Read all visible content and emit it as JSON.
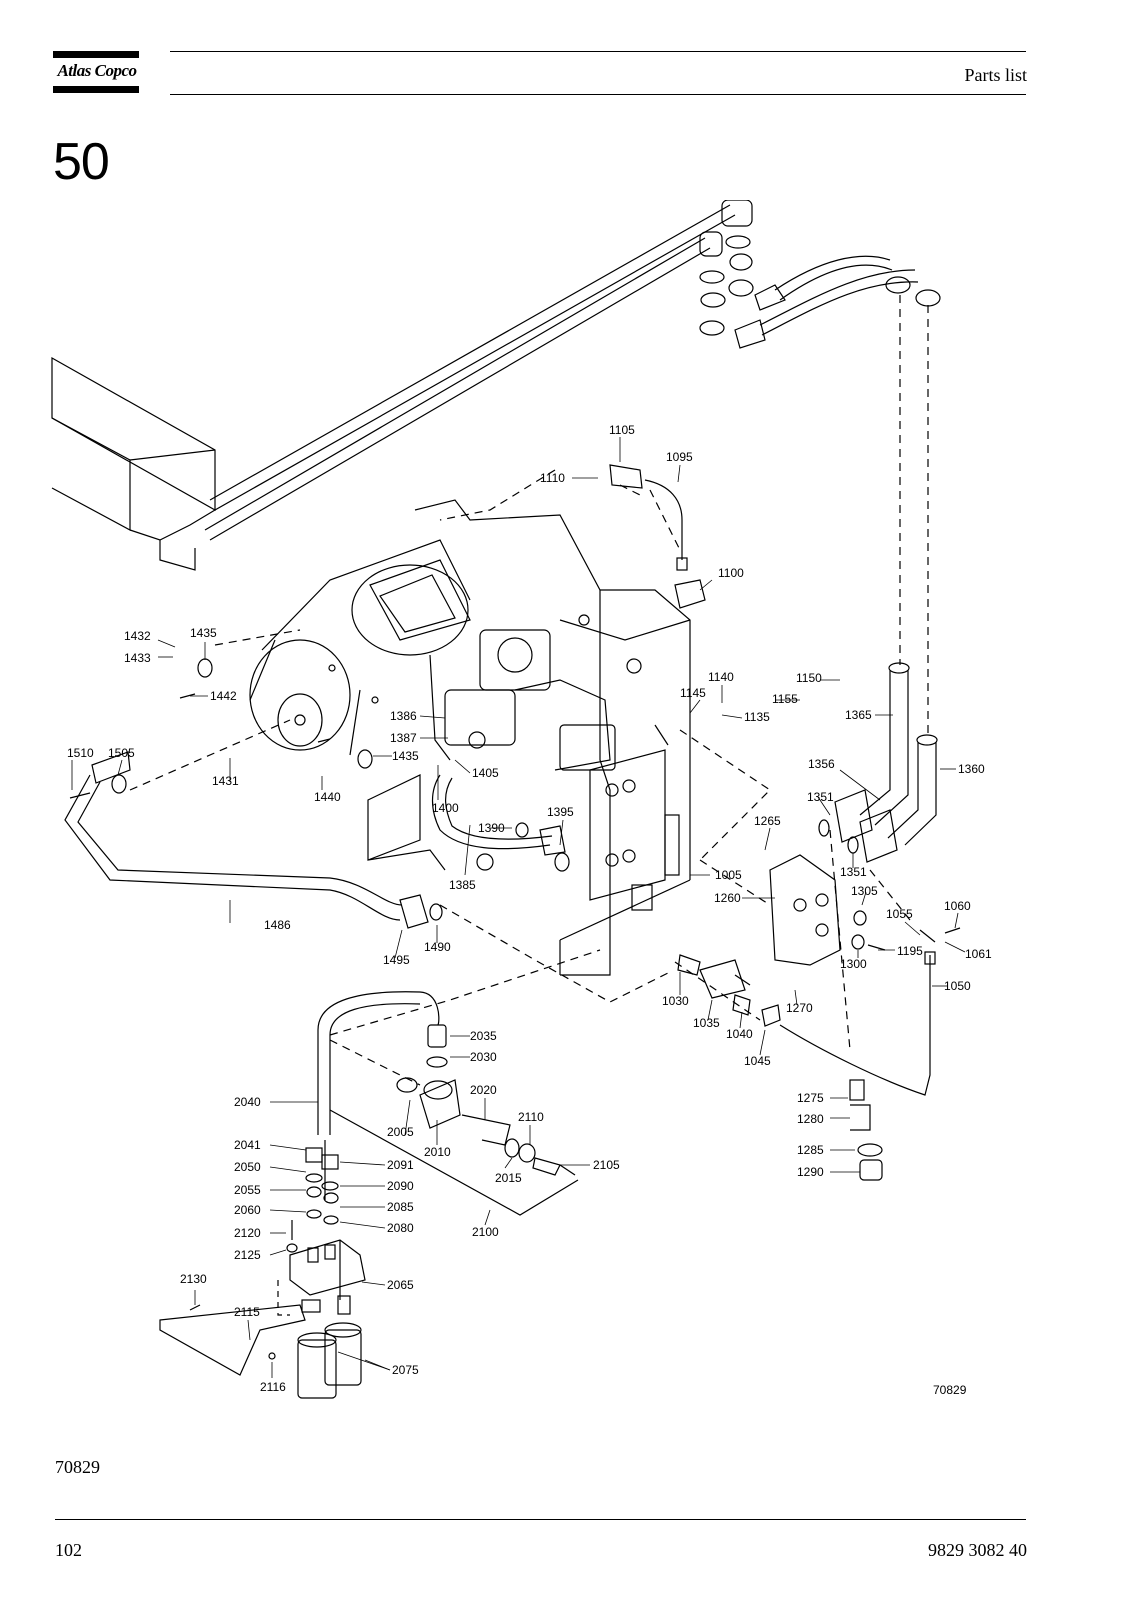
{
  "header": {
    "brand": "Atlas Copco",
    "title": "Parts list"
  },
  "section": {
    "number": "50"
  },
  "figure": {
    "image_number": "70829",
    "callouts": [
      "1005",
      "1030",
      "1035",
      "1040",
      "1045",
      "1050",
      "1055",
      "1060",
      "1061",
      "1095",
      "1100",
      "1105",
      "1110",
      "1135",
      "1140",
      "1145",
      "1150",
      "1155",
      "1195",
      "1260",
      "1265",
      "1270",
      "1275",
      "1280",
      "1285",
      "1290",
      "1300",
      "1305",
      "1351",
      "1356",
      "1360",
      "1365",
      "1385",
      "1386",
      "1387",
      "1390",
      "1395",
      "1400",
      "1405",
      "1431",
      "1432",
      "1433",
      "1435",
      "1440",
      "1442",
      "1486",
      "1490",
      "1495",
      "1505",
      "1510",
      "2005",
      "2010",
      "2015",
      "2020",
      "2030",
      "2035",
      "2040",
      "2041",
      "2050",
      "2055",
      "2060",
      "2065",
      "2075",
      "2080",
      "2085",
      "2090",
      "2091",
      "2100",
      "2105",
      "2110",
      "2115",
      "2116",
      "2120",
      "2125",
      "2130"
    ]
  },
  "figure_ref": "70829",
  "footer": {
    "page": "102",
    "document_number": "9829 3082 40"
  },
  "colors": {
    "ink": "#000000",
    "paper": "#ffffff",
    "line_gray": "#555555"
  }
}
